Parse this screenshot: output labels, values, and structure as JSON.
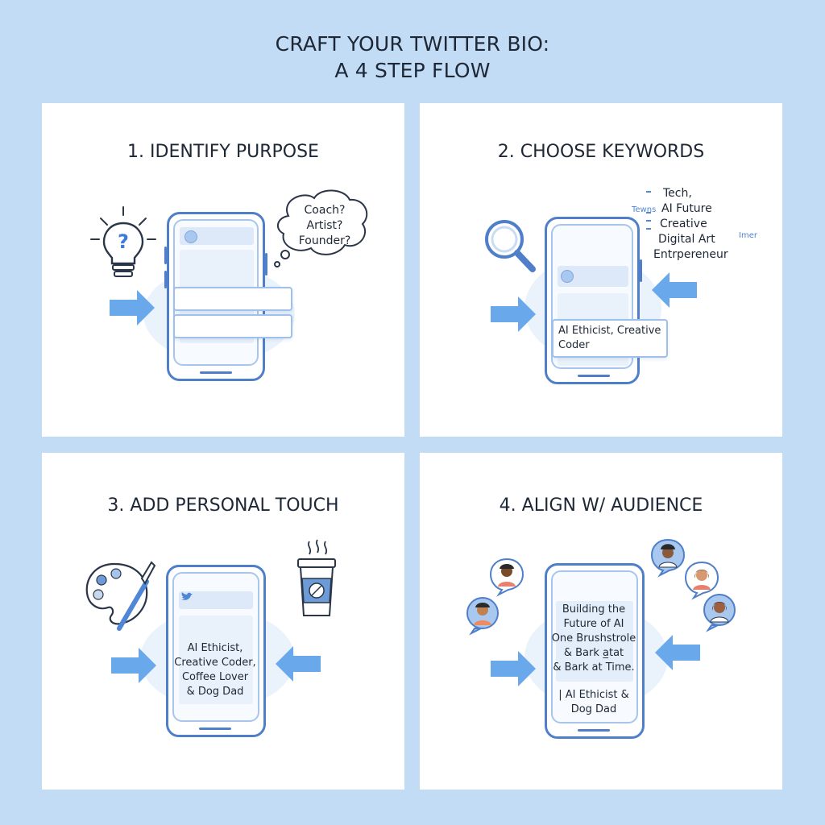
{
  "title": {
    "line1": "CRAFT YOUR TWITTER BIO:",
    "line2": "A 4 STEP FLOW"
  },
  "steps": [
    {
      "heading": "1. IDENTIFY PURPOSE",
      "thought": [
        "Coach?",
        "Artist?",
        "Founder?"
      ],
      "icons": [
        "lightbulb-question-icon",
        "thought-bubble-icon",
        "arrow-right-icon",
        "smartphone-icon"
      ]
    },
    {
      "heading": "2. CHOOSE KEYWORDS",
      "keywords": [
        "Tech,",
        "AI Future",
        "Creative",
        "Digital Art",
        "Entrpereneur"
      ],
      "faded_words": [
        "Tewns",
        "Imer"
      ],
      "bio_draft": [
        "AI Ethicist, Creative",
        "Coder"
      ],
      "icons": [
        "magnifier-icon",
        "arrow-right-icon",
        "arrow-left-icon",
        "smartphone-icon"
      ]
    },
    {
      "heading": "3. ADD PERSONAL TOUCH",
      "bio": [
        "AI Ethicist,",
        "Creative Coder,",
        "Coffee Lover",
        "& Dog Dad"
      ],
      "icons": [
        "paint-palette-icon",
        "coffee-cup-icon",
        "twitter-bird-icon",
        "arrow-right-icon",
        "arrow-left-icon",
        "smartphone-icon"
      ]
    },
    {
      "heading": "4. ALIGN W/ AUDIENCE",
      "bio": [
        "Building the",
        "Future of AI",
        "One Brushstrole",
        "& Bark a̲tat",
        "& Bark at Time."
      ],
      "tagline": [
        "| AI Ethicist &",
        "Dog Dad"
      ],
      "icons": [
        "audience-avatar-icon",
        "arrow-right-icon",
        "arrow-left-icon",
        "smartphone-icon"
      ]
    }
  ],
  "colors": {
    "background": "#c3dcf5",
    "panel": "#ffffff",
    "accent": "#4f7fc9",
    "arrow": "#69a8ea",
    "text": "#1d2735"
  }
}
